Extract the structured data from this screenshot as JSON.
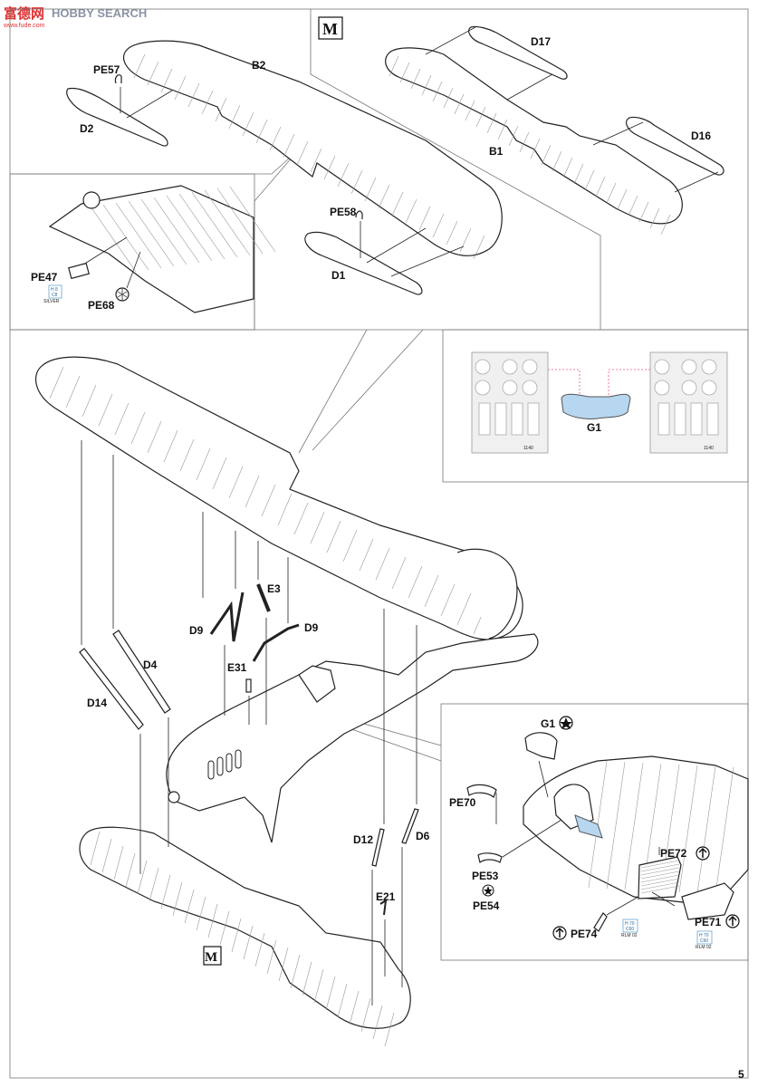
{
  "watermark": {
    "cn": "富德网",
    "en": "HOBBY SEARCH",
    "url": "www.fude.com"
  },
  "page_number": "5",
  "symbols": {
    "m": "M",
    "turn_over_icon": "turn-over-arrow",
    "star_icon": "bullet-star"
  },
  "colors": {
    "clear_part": "#b7d6ef",
    "paint_callout": "#6aa6cf"
  },
  "paint_callouts": {
    "pe47": [
      "H 8",
      "C8",
      "SILVER"
    ],
    "pe74": [
      "H 70",
      "C60",
      "RLM 02"
    ],
    "pe71": [
      "H 70",
      "C60",
      "RLM 02"
    ]
  },
  "mask_sheet": {
    "code": "1140"
  },
  "labels": {
    "b2": "B2",
    "b1": "B1",
    "d2": "D2",
    "d1": "D1",
    "d16": "D16",
    "d17": "D17",
    "pe57": "PE57",
    "pe58": "PE58",
    "pe47": "PE47",
    "pe68": "PE68",
    "g1": "G1",
    "g1_detail": "G1",
    "d9_left": "D9",
    "d9_right": "D9",
    "e3": "E3",
    "e31": "E31",
    "d4": "D4",
    "d14": "D14",
    "d12": "D12",
    "d6": "D6",
    "e21": "E21",
    "pe70": "PE70",
    "pe53": "PE53",
    "pe54": "PE54",
    "pe72": "PE72",
    "pe74": "PE74",
    "pe71": "PE71"
  }
}
